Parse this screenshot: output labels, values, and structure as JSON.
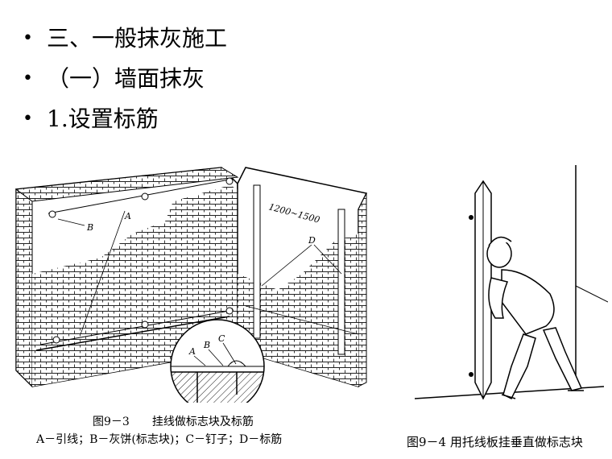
{
  "bullets": [
    {
      "marker": "•",
      "text": "三、一般抹灰施工"
    },
    {
      "marker": "•",
      "text": "（一）墙面抹灰"
    },
    {
      "marker": "•",
      "text": " 1.设置标筋"
    }
  ],
  "figure3": {
    "labels": {
      "a": "A",
      "b": "B",
      "c": "C",
      "d": "D",
      "dimension": "1200~1500"
    },
    "caption_title": "图9－3　　挂线做标志块及标筋",
    "caption_legend": "A－引线；B－灰饼(标志块)；C－钉子；D－标筋"
  },
  "figure4": {
    "caption": "图9－4 用托线板挂垂直做标志块"
  }
}
